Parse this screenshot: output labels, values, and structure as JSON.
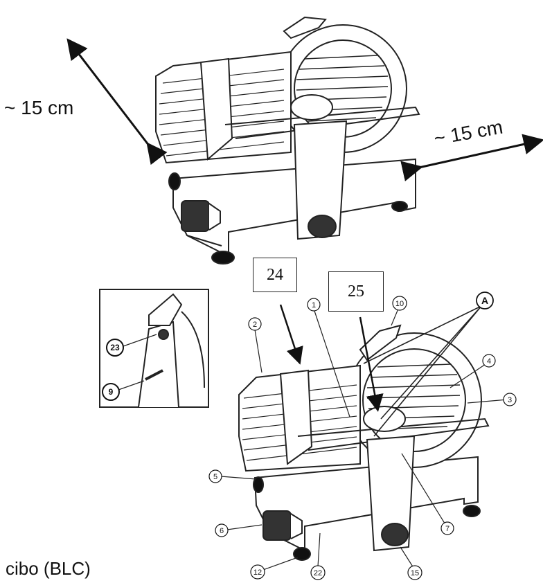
{
  "dimensions": {
    "left": "~ 15 cm",
    "right": "~ 15 cm"
  },
  "boxes": {
    "b24": "24",
    "b25": "25"
  },
  "detail_callouts": {
    "c23": "23",
    "c9": "9"
  },
  "callouts": {
    "c1": "1",
    "c2": "2",
    "c3": "3",
    "c4": "4",
    "c5": "5",
    "c6": "6",
    "c7": "7",
    "c10": "10",
    "c12": "12",
    "c15": "15",
    "c22": "22",
    "cA": "A"
  },
  "caption": "cibo (BLC)"
}
